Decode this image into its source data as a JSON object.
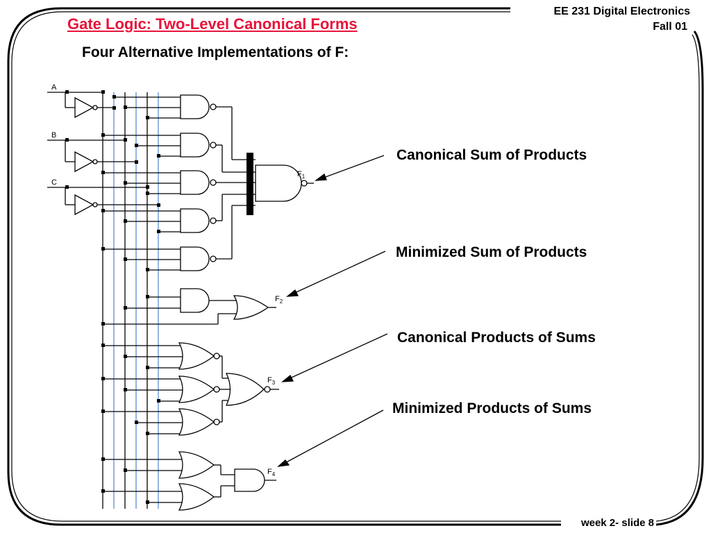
{
  "header": {
    "title": "Gate Logic: Two-Level Canonical Forms",
    "course": "EE 231  Digital Electronics",
    "term": "Fall 01"
  },
  "subtitle": "Four Alternative Implementations of F:",
  "inputs": [
    "A",
    "B",
    "C"
  ],
  "outputs": {
    "f1": {
      "base": "F",
      "sub": "1"
    },
    "f2": {
      "base": "F",
      "sub": "2"
    },
    "f3": {
      "base": "F",
      "sub": "3"
    },
    "f4": {
      "base": "F",
      "sub": "4"
    }
  },
  "captions": {
    "canonical_sop": "Canonical Sum of Products",
    "minimized_sop": "Minimized Sum of Products",
    "canonical_pos": "Canonical Products of Sums",
    "minimized_pos": "Minimized Products of Sums"
  },
  "footer": "week 2- slide 8",
  "colors": {
    "title": "#e8133a",
    "bus_highlight": "#5b8cd6",
    "ink": "#000000"
  }
}
